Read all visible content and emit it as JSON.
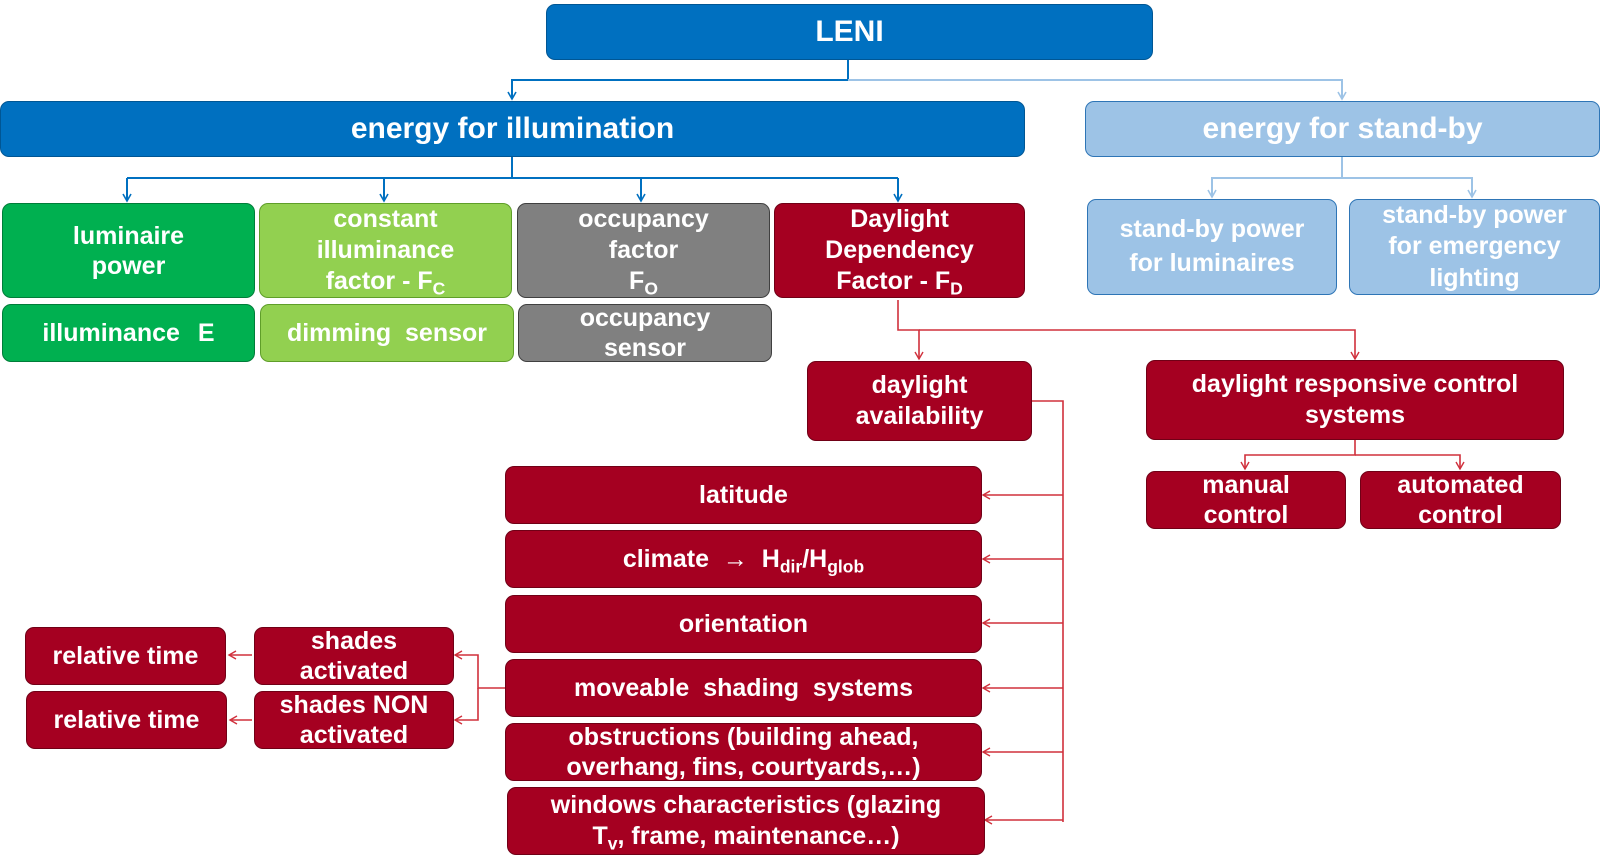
{
  "root": {
    "label": "LENI"
  },
  "illumination": {
    "label": "energy for illumination"
  },
  "standby": {
    "label": "energy for stand-by"
  },
  "luminaire_power": {
    "line1": "luminaire",
    "line2": "power"
  },
  "illuminance": {
    "label": "illuminance",
    "symbol": "E"
  },
  "constant_illuminance": {
    "line1": "constant",
    "line2": "illuminance",
    "line3": "factor - F",
    "sub": "C"
  },
  "dimming_sensor": {
    "label": "dimming  sensor"
  },
  "occupancy_factor": {
    "line1": "occupancy",
    "line2": "factor",
    "line3": "F",
    "sub": "O"
  },
  "occupancy_sensor": {
    "line1": "occupancy",
    "line2": "sensor"
  },
  "daylight_factor": {
    "line1": "Daylight",
    "line2": "Dependency",
    "line3": "Factor - F",
    "sub": "D"
  },
  "standby_luminaires": {
    "line1": "stand-by power",
    "line2": "for luminaires"
  },
  "standby_emergency": {
    "line1": "stand-by power",
    "line2": "for emergency",
    "line3": "lighting"
  },
  "daylight_availability": {
    "line1": "daylight",
    "line2": "availability"
  },
  "daylight_control": {
    "line1": "daylight responsive control",
    "line2": "systems"
  },
  "manual_control": {
    "line1": "manual",
    "line2": "control"
  },
  "automated_control": {
    "line1": "automated",
    "line2": "control"
  },
  "latitude": {
    "label": "latitude"
  },
  "climate": {
    "label": "climate",
    "arrow": "→",
    "h1": "H",
    "s1": "dir",
    "slash": "/H",
    "s2": "glob"
  },
  "orientation": {
    "label": "orientation"
  },
  "moveable_shading": {
    "label": "moveable  shading  systems"
  },
  "obstructions": {
    "line1": "obstructions (building ahead,",
    "line2": "overhang, fins, courtyards,…)"
  },
  "windows": {
    "line1": "windows characteristics (glazing",
    "line2a": "T",
    "line2sub": "v",
    "line2b": ", frame, maintenance…)"
  },
  "shades_activated": {
    "line1": "shades",
    "line2": "activated"
  },
  "shades_non_activated": {
    "line1": "shades NON",
    "line2": "activated"
  },
  "relative_time_1": {
    "label": "relative time"
  },
  "relative_time_2": {
    "label": "relative time"
  },
  "colors": {
    "blue": "#0070c0",
    "light_blue": "#9dc3e6",
    "green": "#00b050",
    "light_green": "#92d050",
    "grey": "#808080",
    "red": "#a50021"
  }
}
